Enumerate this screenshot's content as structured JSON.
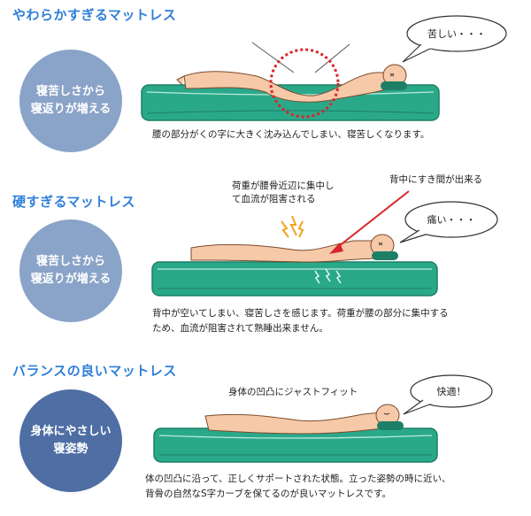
{
  "sections": [
    {
      "title": "やわらかすぎるマットレス",
      "circle_text": "寝苦しさから\n寝返りが増える",
      "bubble": "苦しい・・・",
      "description": "腰の部分がくの字に大きく沈み込んでしまい、寝苦しくなります。"
    },
    {
      "title": "硬すぎるマットレス",
      "circle_text": "寝苦しさから\n寝返りが増える",
      "bubble": "痛い・・・",
      "note_left": "荷重が腰骨近辺に集中し\nて血流が阻害される",
      "note_right": "背中にすき間が出来る",
      "description": "背中が空いてしまい、寝苦しさを感じます。荷重が腰の部分に集中する\nため、血流が阻害されて熟睡出来ません。"
    },
    {
      "title": "バランスの良いマットレス",
      "circle_text": "身体にやさしい\n寝姿勢",
      "bubble": "快適！",
      "note_center": "身体の凹凸にジャストフィット",
      "description": "体の凹凸に沿って、正しくサポートされた状態。立った姿勢の時に近い、\n背骨の自然なS字カーブを保てるのが良いマットレスです。"
    }
  ],
  "colors": {
    "title": "#2f7fd8",
    "circle_light": "#8aa3c8",
    "circle_dark": "#4f6ea4",
    "mattress": "#2aa98a",
    "mattress_dark": "#1d7f66",
    "skin": "#f6c9a8",
    "highlight": "#d9252b",
    "spark": "#f2a31b"
  }
}
